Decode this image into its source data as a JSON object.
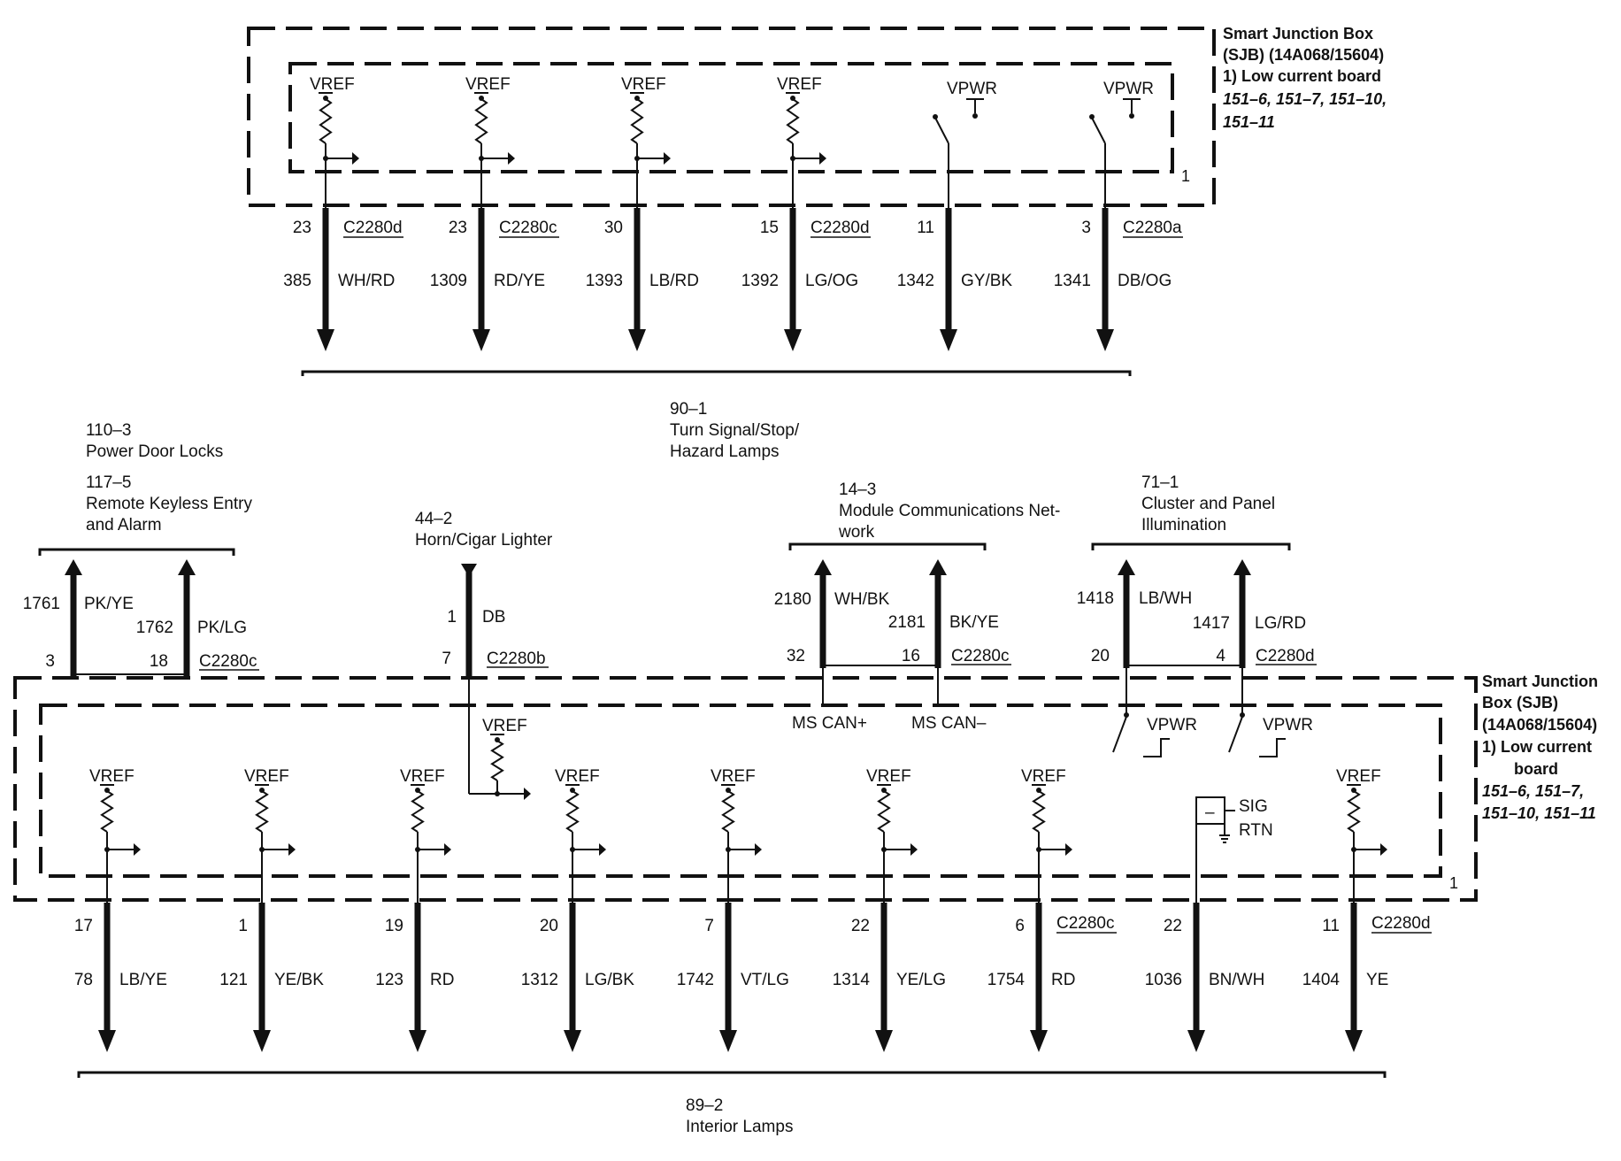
{
  "sjb_top": {
    "title_lines": [
      "Smart Junction Box",
      "(SJB) (14A068/15604)",
      "1)    Low current board"
    ],
    "ref_lines": [
      "151–6, 151–7, 151–10,",
      "151–11"
    ],
    "box_number": "1"
  },
  "sjb_bottom": {
    "title_lines": [
      "Smart Junction",
      "Box (SJB)",
      "(14A068/15604)",
      "1)    Low current",
      "board"
    ],
    "ref_lines": [
      "151–6, 151–7,",
      "151–10, 151–11"
    ],
    "box_number": "1"
  },
  "top_circuits": [
    {
      "source": "VREF",
      "pin": "23",
      "connector": "C2280d",
      "circuit": "385",
      "color": "WH/RD"
    },
    {
      "source": "VREF",
      "pin": "23",
      "connector": "C2280c",
      "circuit": "1309",
      "color": "RD/YE"
    },
    {
      "source": "VREF",
      "pin": "30",
      "connector": "",
      "circuit": "1393",
      "color": "LB/RD"
    },
    {
      "source": "VREF",
      "pin": "15",
      "connector": "C2280d",
      "circuit": "1392",
      "color": "LG/OG"
    },
    {
      "source": "VPWR",
      "pin": "11",
      "connector": "",
      "circuit": "1342",
      "color": "GY/BK"
    },
    {
      "source": "VPWR",
      "pin": "3",
      "connector": "C2280a",
      "circuit": "1341",
      "color": "DB/OG"
    }
  ],
  "top_destination": {
    "ref": "90–1",
    "lines": [
      "Turn Signal/Stop/",
      "Hazard Lamps"
    ]
  },
  "door_group": {
    "ref1": "110–3",
    "name1": "Power Door Locks",
    "ref2": "117–5",
    "name2_lines": [
      "Remote Keyless Entry",
      "and Alarm"
    ],
    "wires": [
      {
        "circuit": "1761",
        "color": "PK/YE",
        "pin": "3",
        "connector": ""
      },
      {
        "circuit": "1762",
        "color": "PK/LG",
        "pin": "18",
        "connector": "C2280c"
      }
    ]
  },
  "horn_group": {
    "ref": "44–2",
    "name": "Horn/Cigar Lighter",
    "wire": {
      "circuit": "1",
      "color": "DB",
      "pin": "7",
      "connector": "C2280b"
    },
    "source": "VREF"
  },
  "can_group": {
    "ref": "14–3",
    "name_lines": [
      "Module Communications Net-",
      "work"
    ],
    "wires": [
      {
        "circuit": "2180",
        "color": "WH/BK",
        "pin": "32",
        "connector": "",
        "label": "MS CAN+"
      },
      {
        "circuit": "2181",
        "color": "BK/YE",
        "pin": "16",
        "connector": "C2280c",
        "label": "MS CAN–"
      }
    ]
  },
  "cluster_group": {
    "ref": "71–1",
    "name_lines": [
      "Cluster and Panel",
      "Illumination"
    ],
    "wires": [
      {
        "circuit": "1418",
        "color": "LB/WH",
        "pin": "20",
        "connector": "",
        "source": "VPWR"
      },
      {
        "circuit": "1417",
        "color": "LG/RD",
        "pin": "4",
        "connector": "C2280d",
        "source": "VPWR"
      }
    ]
  },
  "bottom_circuits": [
    {
      "source": "VREF",
      "pin": "17",
      "connector": "",
      "circuit": "78",
      "color": "LB/YE"
    },
    {
      "source": "VREF",
      "pin": "1",
      "connector": "",
      "circuit": "121",
      "color": "YE/BK"
    },
    {
      "source": "VREF",
      "pin": "19",
      "connector": "",
      "circuit": "123",
      "color": "RD"
    },
    {
      "source": "VREF",
      "pin": "20",
      "connector": "",
      "circuit": "1312",
      "color": "LG/BK"
    },
    {
      "source": "VREF",
      "pin": "7",
      "connector": "",
      "circuit": "1742",
      "color": "VT/LG"
    },
    {
      "source": "VREF",
      "pin": "22",
      "connector": "",
      "circuit": "1314",
      "color": "YE/LG"
    },
    {
      "source": "VREF",
      "pin": "6",
      "connector": "C2280c",
      "circuit": "1754",
      "color": "RD"
    },
    {
      "source": "",
      "pin": "22",
      "connector": "",
      "circuit": "1036",
      "color": "BN/WH"
    },
    {
      "source": "VREF",
      "pin": "11",
      "connector": "C2280d",
      "circuit": "1404",
      "color": "YE"
    }
  ],
  "sensor": {
    "sig": "SIG",
    "rtn": "RTN",
    "minus": "–"
  },
  "bottom_destination": {
    "ref": "89–2",
    "name": "Interior Lamps"
  }
}
